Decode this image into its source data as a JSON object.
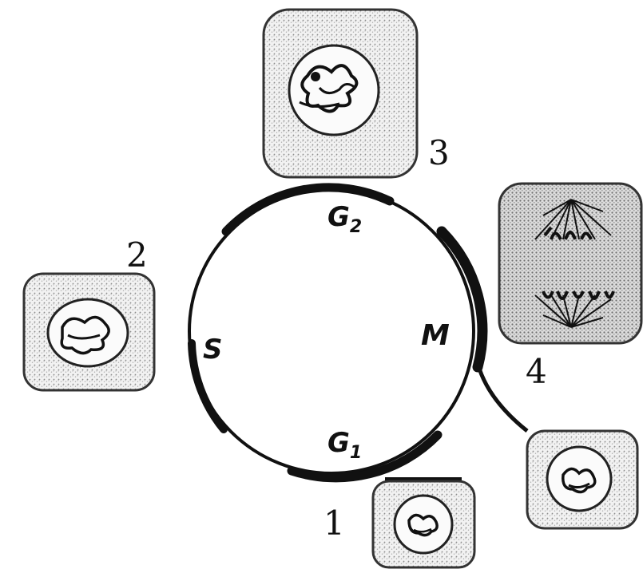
{
  "phases": {
    "g2": "G",
    "g2_sub": "2",
    "s": "S",
    "m": "M",
    "g1": "G",
    "g1_sub": "1"
  },
  "cells": [
    {
      "number": "1",
      "stage": "G1 interphase cell"
    },
    {
      "number": "2",
      "stage": "S phase cell"
    },
    {
      "number": "3",
      "stage": "G2 cell"
    },
    {
      "number": "4",
      "stage": "anaphase / mitosis cell"
    }
  ],
  "colors": {
    "ink": "#111111",
    "stipple": "#9a9a9a",
    "background": "#ffffff"
  }
}
